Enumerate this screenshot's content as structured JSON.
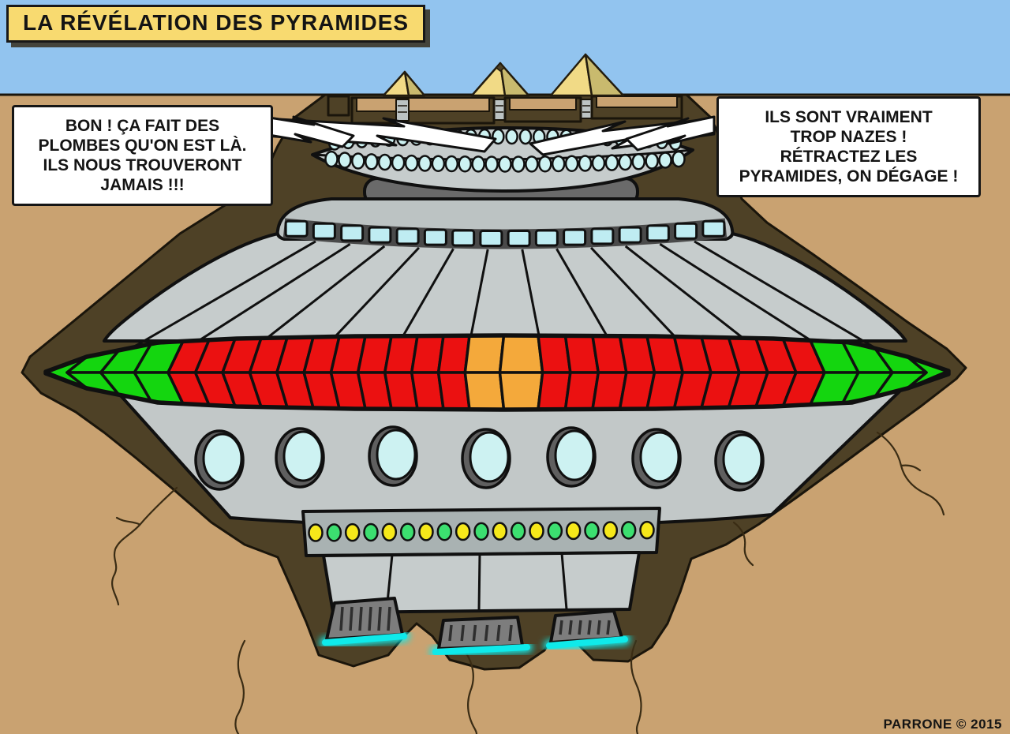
{
  "title": {
    "text": "LA RÉVÉLATION DES PYRAMIDES"
  },
  "speech_bubbles": {
    "left": {
      "lines": [
        "BON ! ÇA FAIT DES",
        "PLOMBES QU'ON EST LÀ.",
        "ILS NOUS TROUVERONT",
        "JAMAIS !!!"
      ]
    },
    "right": {
      "lines": [
        "ILS SONT VRAIMENT",
        "TROP NAZES !",
        "RÉTRACTEZ LES",
        "PYRAMIDES, ON DÉGAGE !"
      ]
    }
  },
  "signature": {
    "text": "PARRONE © 2015"
  },
  "scene": {
    "colors": {
      "sky": "#92c4ef",
      "sand": "#c9a271",
      "pit": "#4e4126",
      "terrain_ink": "#1a150b",
      "ink": "#101010",
      "hull": "#c6cccc",
      "tier": "#bcc3c3",
      "hull_lower": "#c2c8c8",
      "collar": "#6a6a6a",
      "light_band": "#a9b2b2",
      "window_cyan": "#cdf2f2",
      "panel_cyan": "#bfecf2",
      "band_green": "#14d60f",
      "band_red": "#eb1111",
      "band_orange": "#f4a93b",
      "light_yellow": "#f6e81a",
      "light_green": "#3cdf70",
      "glow_cyan": "#0feaea",
      "feet": "#7d7d7d",
      "feet_rib": "#2e2e2e",
      "porthole_rim": "#5f5f5f",
      "pyramid_light": "#f1da86",
      "pyramid_dark": "#c9ba6e",
      "banner_yellow": "#f8da70",
      "crack": "#3a2c14",
      "bubble_white": "#ffffff"
    },
    "counts": {
      "pyramids": 3,
      "deck_windows_row1": 26,
      "deck_windows_row2": 27,
      "cyan_panels": 16,
      "portholes": 7,
      "bottom_lights": 19,
      "feet": 3
    },
    "band": {
      "segments": [
        {
          "color": "green",
          "cells": 3
        },
        {
          "color": "red",
          "cells": 11
        },
        {
          "color": "orange",
          "cells": 2
        },
        {
          "color": "red",
          "cells": 10
        },
        {
          "color": "green",
          "cells": 3
        }
      ]
    },
    "bottom_lights_sequence": [
      "yellow",
      "green"
    ]
  }
}
